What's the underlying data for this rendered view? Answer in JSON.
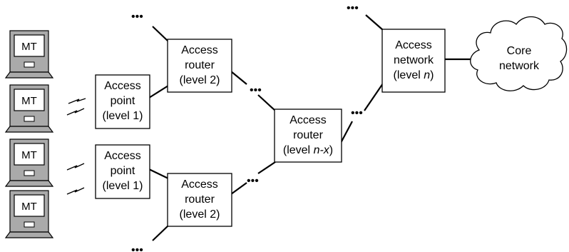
{
  "terminals": [
    {
      "label": "MT"
    },
    {
      "label": "MT"
    },
    {
      "label": "MT"
    },
    {
      "label": "MT"
    }
  ],
  "nodes": {
    "ap_top": {
      "lines": [
        "Access",
        "point",
        "(level 1)"
      ]
    },
    "ap_bottom": {
      "lines": [
        "Access",
        "point",
        "(level 1)"
      ]
    },
    "ar2_top": {
      "lines": [
        "Access",
        "router",
        "(level 2)"
      ]
    },
    "ar2_bottom": {
      "lines": [
        "Access",
        "router",
        "(level 2)"
      ]
    },
    "ar_nx": {
      "lines": [
        "Access",
        "router"
      ],
      "level_prefix": "(level ",
      "level_italic": "n-x",
      "level_suffix": ")"
    },
    "access_network": {
      "lines": [
        "Access",
        "network"
      ],
      "level_prefix": "(level ",
      "level_italic": "n",
      "level_suffix": ")"
    },
    "core": {
      "lines": [
        "Core",
        "network"
      ]
    }
  },
  "ellipsis": "•••"
}
